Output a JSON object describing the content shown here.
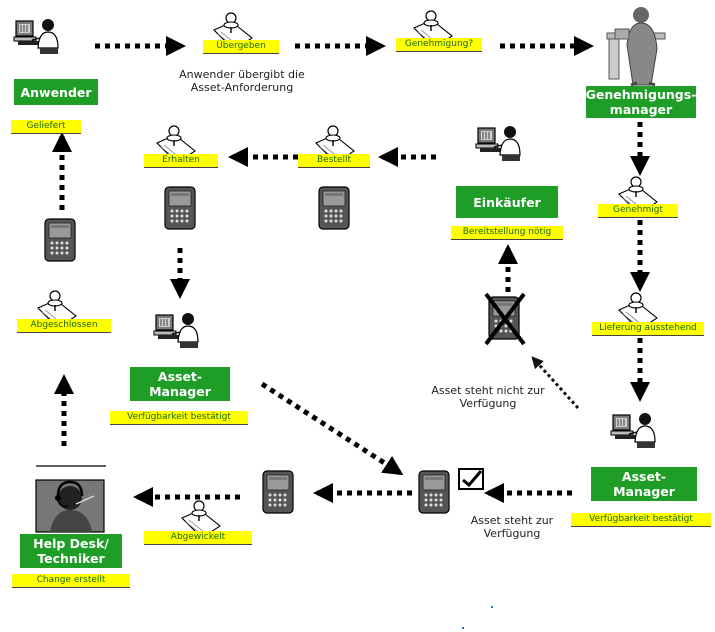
{
  "roles": {
    "anwender": "Anwender",
    "genehmigungsmanager": "Genehmigungs-manager",
    "einkaeufer": "Einkäufer",
    "asset_manager_mid": "Asset-Manager",
    "asset_manager_right": "Asset-Manager",
    "helpdesk": "Help Desk/ Techniker"
  },
  "tags": {
    "uebergeben": "Übergeben",
    "genehmigung": "Genehmigung?",
    "geliefert": "Geliefert",
    "erhalten": "Erhalten",
    "bestellt": "Bestellt",
    "genehmigt": "Genehmigt",
    "bereitstellung": "Bereitstellung nötig",
    "abgeschlossen": "Abgeschlossen",
    "lieferung": "Lieferung ausstehend",
    "verfuegbarkeit_mid": "Verfügbarkeit bestätigt",
    "verfuegbarkeit_right": "Verfügbarkeit bestätigt",
    "abgewickelt": "Abgewickelt",
    "change": "Change erstellt"
  },
  "captions": {
    "uebergabe": "Anwender übergibt die Asset-Anforderung",
    "nicht_verfuegbar": "Asset steht nicht zur Verfügung",
    "verfuegbar": "Asset steht zur Verfügung"
  },
  "icons": {
    "user_icon": "user-at-computer-icon",
    "manager_icon": "manager-figure-icon",
    "document_icon": "pushpin-document-icon",
    "device_icon": "mobile-device-icon",
    "check_icon": "checkbox-checked-icon",
    "crossed_device_icon": "crossed-out-device-icon",
    "helpdesk_icon": "headset-technician-icon"
  },
  "colors": {
    "role_green": "#1e9e27",
    "tag_yellow": "#ffff00",
    "arrow_black": "#000000"
  }
}
